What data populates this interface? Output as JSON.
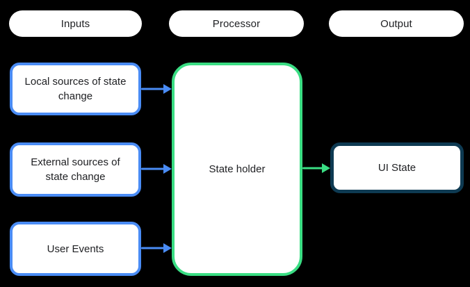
{
  "headers": {
    "inputs": "Inputs",
    "processor": "Processor",
    "output": "Output"
  },
  "nodes": {
    "local_sources": {
      "label": "Local sources of state change"
    },
    "external_sources": {
      "label": "External sources of state change"
    },
    "user_events": {
      "label": "User Events"
    },
    "state_holder": {
      "label": "State holder"
    },
    "ui_state": {
      "label": "UI State"
    }
  },
  "arrows": [
    {
      "from": "local_sources",
      "to": "state_holder",
      "color": "blue"
    },
    {
      "from": "external_sources",
      "to": "state_holder",
      "color": "blue"
    },
    {
      "from": "user_events",
      "to": "state_holder",
      "color": "blue"
    },
    {
      "from": "state_holder",
      "to": "ui_state",
      "color": "green"
    }
  ],
  "colors": {
    "background": "#000000",
    "node-fill": "#ffffff",
    "input-border": "#4a8cf5",
    "processor-border": "#3add83",
    "output-border": "#0e3a52",
    "arrow-blue": "#4a8cf5",
    "arrow-green": "#3add83",
    "text": "#202124"
  }
}
